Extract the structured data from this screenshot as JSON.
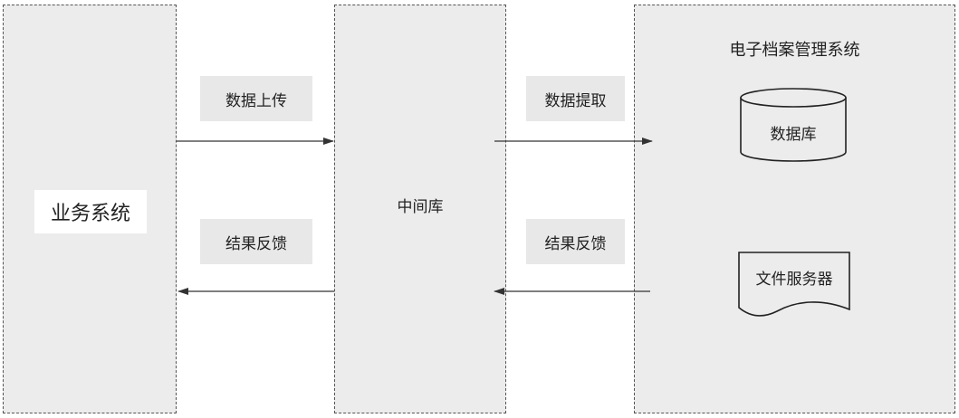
{
  "boxes": {
    "business": {
      "title": "业务系统"
    },
    "middle": {
      "title": "中间库"
    },
    "archive": {
      "title": "电子档案管理系统",
      "database": "数据库",
      "file_server": "文件服务器"
    }
  },
  "flows": {
    "upload": "数据上传",
    "feedback_left": "结果反馈",
    "extract": "数据提取",
    "feedback_right": "结果反馈"
  }
}
